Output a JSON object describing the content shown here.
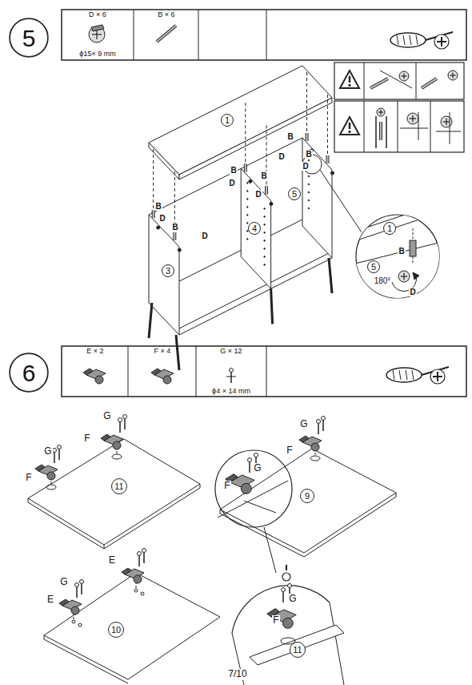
{
  "diagram": {
    "nodes": [
      {
        "text": [
          "5"
        ]
      },
      {
        "text": [
          "D × 6",
          "ϕ15× 9 mm",
          "B × 6"
        ]
      },
      {
        "text": [
          "1"
        ]
      },
      {
        "text": [
          "3"
        ]
      },
      {
        "text": [
          "4"
        ]
      },
      {
        "text": [
          "5"
        ]
      },
      {
        "text": [
          "1"
        ]
      },
      {
        "text": [
          "5"
        ]
      },
      {
        "text": [
          "6"
        ]
      },
      {
        "text": [
          "E × 2",
          "F × 4",
          "G × 12",
          "ϕ4 × 14 mm"
        ]
      },
      {
        "text": [
          "11"
        ]
      },
      {
        "text": [
          "9"
        ]
      },
      {
        "text": [
          "10"
        ]
      },
      {
        "text": [
          "11"
        ]
      }
    ],
    "labels": [
      "B",
      "B",
      "B",
      "B",
      "B",
      "B",
      "D",
      "D",
      "D",
      "D",
      "D",
      "D",
      "B",
      "180°",
      "D",
      "G",
      "F",
      "G",
      "F",
      "G",
      "F",
      "G",
      "F",
      "E",
      "G",
      "E",
      "G",
      "F",
      "7/10"
    ]
  }
}
